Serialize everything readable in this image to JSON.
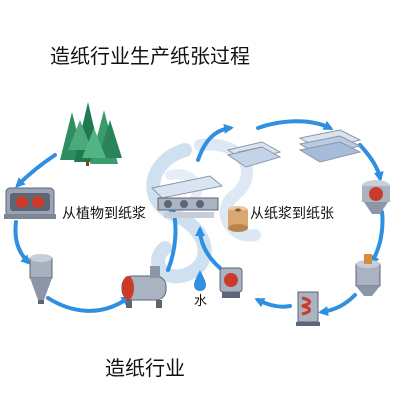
{
  "diagram": {
    "title": "造纸行业生产纸张过程",
    "left_cycle_label": "从植物到纸浆",
    "right_cycle_label": "从纸浆到纸张",
    "water_label": "水",
    "footer_label": "造纸行业"
  },
  "colors": {
    "arrow": "#2f8fe0",
    "tree_dark": "#1f7a52",
    "tree_light": "#3a9b6c",
    "machine_body": "#9aa4b4",
    "machine_dark": "#5d6675",
    "accent_red": "#cc3b2a",
    "accent_orange": "#d98a3a",
    "paper": "#d8e4f2",
    "swirl": "#c7dbef"
  },
  "icons": [
    "forest-icon",
    "debarking-drum-icon",
    "chip-silo-icon",
    "digester-icon",
    "pulp-machine-icon",
    "water-drop-icon",
    "paper-stack-icon",
    "paper-bundle-icon",
    "refiner-icon",
    "mixing-tank-icon",
    "washer-icon",
    "pump-tank-icon"
  ]
}
